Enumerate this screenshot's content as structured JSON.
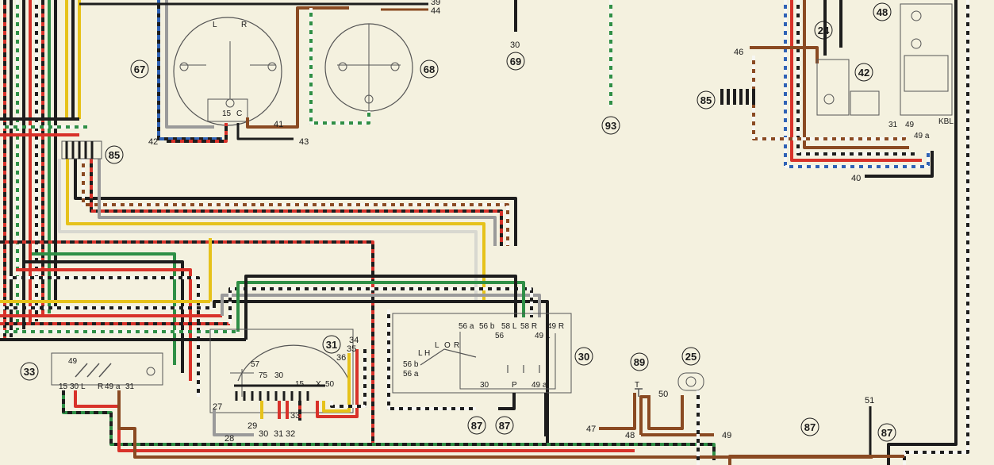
{
  "colors": {
    "background": "#f4f1df",
    "black": "#1d1d1d",
    "red": "#d8322a",
    "green": "#2f8f46",
    "brown": "#8a4a22",
    "yellow": "#e6c21a",
    "blue": "#2f62b5",
    "grey": "#9a9a9a",
    "white": "#f7f7f2",
    "violet": "#9a2f9a"
  },
  "components": {
    "c67": "67",
    "c68": "68",
    "c69": "69",
    "c93": "93",
    "c85a": "85",
    "c85b": "85",
    "c24": "24",
    "c42": "42",
    "c48": "48",
    "c33": "33",
    "c31": "31",
    "c30": "30",
    "c89": "89",
    "c25": "25",
    "c87a": "87",
    "c87b": "87",
    "c87c": "87",
    "c87d": "87"
  },
  "wire_numbers": {
    "w39": "39",
    "w44": "44",
    "w30": "30",
    "w46": "46",
    "w42": "42",
    "w41": "41",
    "w43": "43",
    "w40": "40",
    "w47": "47",
    "w48": "48",
    "w49": "49",
    "w50": "50",
    "w51": "51",
    "w27": "27",
    "w28": "28",
    "w29": "29",
    "w30b": "30",
    "w31": "31",
    "w32": "32",
    "w33": "33",
    "w34": "34",
    "w35": "35",
    "w36": "36"
  },
  "terminals": {
    "gauge67": {
      "l": "L",
      "r": "R",
      "t15": "15",
      "c": "C"
    },
    "relay48": {
      "t31": "31",
      "t49": "49",
      "t49a": "49 a",
      "kbl": "KBL"
    },
    "switch33": {
      "t49": "49",
      "t15": "15",
      "t30": "30",
      "l": "L",
      "r": "R",
      "t49a": "49 a",
      "t31": "31"
    },
    "cluster31": {
      "t57": "57",
      "t75": "75",
      "t30": "30",
      "t15": "15",
      "x": "X",
      "t50": "50"
    },
    "switch30": {
      "t56a": "56 a",
      "t56b": "56 b",
      "t56bb": "56",
      "t58l": "58 L",
      "t58r": "58 R",
      "t49r": "49 R",
      "t49l": "49 L",
      "lh": "L H",
      "o": "O",
      "l": "L",
      "r": "R",
      "s56b": "56 b",
      "s56a": "56 a",
      "t30": "30",
      "p": "P",
      "t49a": "49 a"
    },
    "horn89": {
      "t": "T"
    }
  }
}
